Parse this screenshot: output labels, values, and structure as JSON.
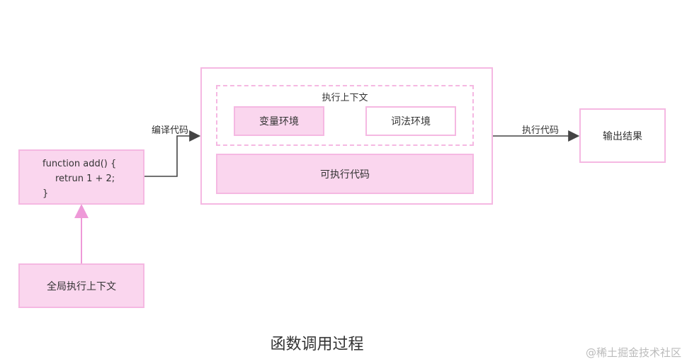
{
  "code_block": {
    "line1": "function add() {",
    "line2": "retrun 1 + 2;",
    "line3": "}"
  },
  "global_context": {
    "label": "全局执行上下文"
  },
  "edges": {
    "compile_label": "编译代码",
    "execute_label": "执行代码"
  },
  "execution_context": {
    "label": "执行上下文",
    "variable_env": "变量环境",
    "lexical_env": "词法环境",
    "executable_code": "可执行代码"
  },
  "output": {
    "label": "输出结果"
  },
  "caption": "函数调用过程",
  "watermark": "@稀土掘金技术社区",
  "colors": {
    "pink_fill": "#fad6ee",
    "pink_border": "#f5b8e2",
    "arrow_pink": "#ee99d8",
    "arrow_dark": "#444444"
  }
}
